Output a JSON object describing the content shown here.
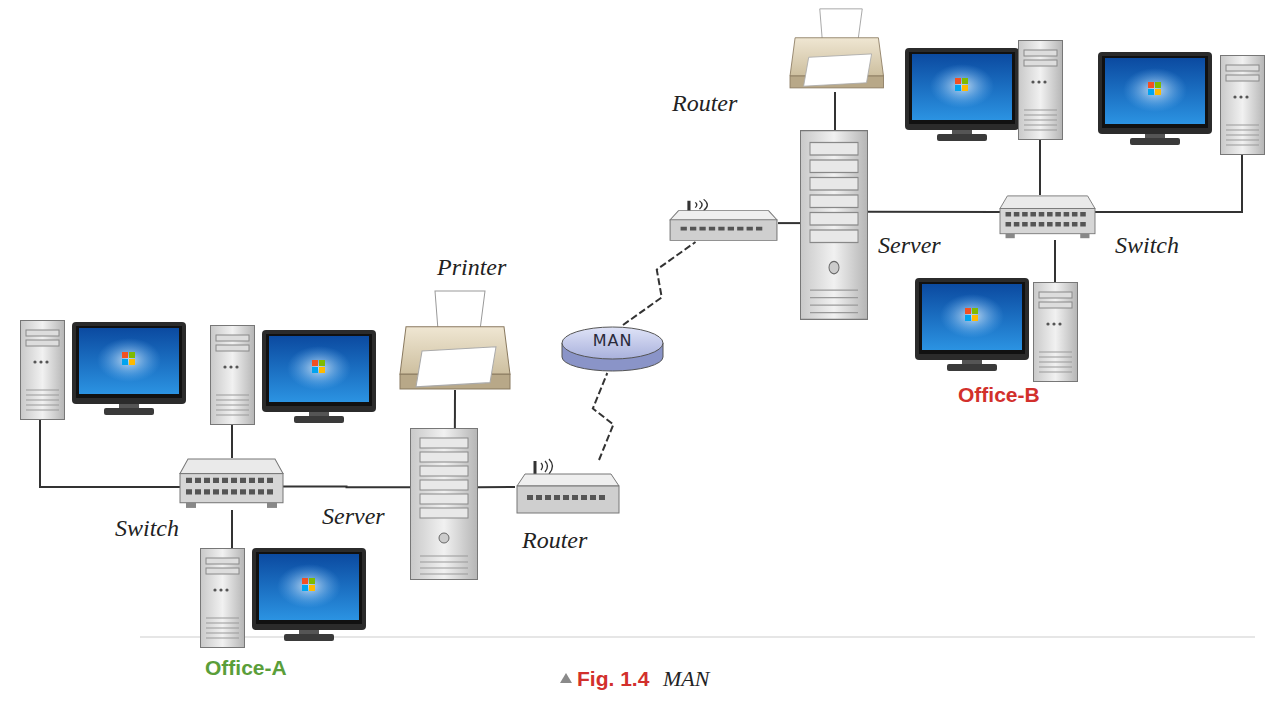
{
  "diagram": {
    "nodes": [
      {
        "text": [
          "Router"
        ]
      },
      {
        "text": [
          "Server"
        ]
      },
      {
        "text": [
          "Switch"
        ]
      },
      {
        "text": [
          "Printer"
        ]
      },
      {
        "text": [
          "MAN"
        ]
      },
      {
        "text": [
          "Switch"
        ]
      },
      {
        "text": [
          "Server"
        ]
      },
      {
        "text": [
          "Router"
        ]
      }
    ],
    "edges": [
      {
        "from": 5,
        "to": 6,
        "arrow": "none"
      },
      {
        "from": 3,
        "to": 6,
        "arrow": "none"
      },
      {
        "from": 6,
        "to": 7,
        "arrow": "none"
      },
      {
        "from": 7,
        "to": 4,
        "arrow": "none"
      },
      {
        "from": 4,
        "to": 0,
        "arrow": "none"
      },
      {
        "from": 0,
        "to": 1,
        "arrow": "none"
      },
      {
        "from": 1,
        "to": 2,
        "arrow": "none"
      }
    ],
    "labels": [
      "Office-B",
      "Office-A",
      "Fig. 1.4",
      "MAN"
    ]
  }
}
